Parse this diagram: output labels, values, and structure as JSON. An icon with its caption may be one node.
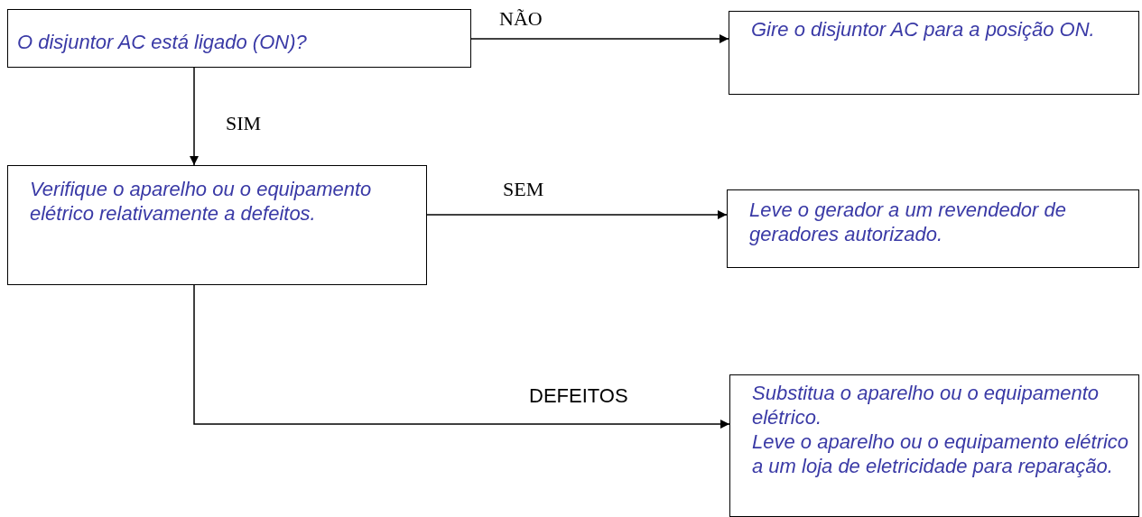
{
  "diagram": {
    "nodes": [
      {
        "text": [
          "O disjuntor AC está ligado (ON)?"
        ]
      },
      {
        "text": [
          "Gire o disjuntor AC para a posição ON."
        ]
      },
      {
        "text": [
          "Verifique o aparelho ou o equipamento elétrico relativamente a defeitos."
        ]
      },
      {
        "text": [
          "Leve o gerador a um revendedor de geradores autorizado."
        ]
      },
      {
        "text": [
          "Substitua o aparelho ou o equipamento elétrico.",
          "Leve o aparelho ou o equipamento elétrico a um loja de eletricidade para reparação."
        ]
      }
    ],
    "edges": [
      {
        "from": 0,
        "to": 1,
        "arrow": "to",
        "label": "NÃO"
      },
      {
        "from": 0,
        "to": 2,
        "arrow": "to",
        "label": "SIM"
      },
      {
        "from": 2,
        "to": 3,
        "arrow": "to",
        "label": "SEM"
      },
      {
        "from": 2,
        "to": 4,
        "arrow": "to",
        "label": "DEFEITOS"
      }
    ]
  }
}
